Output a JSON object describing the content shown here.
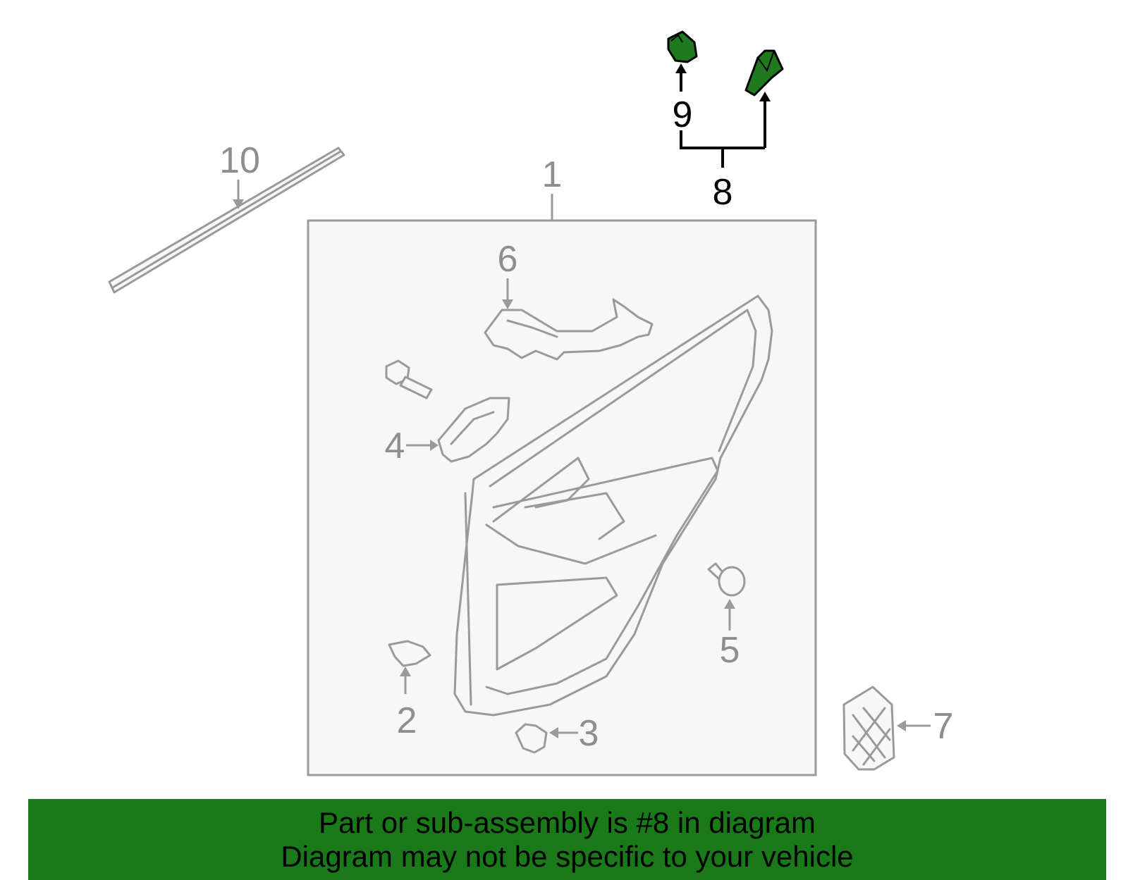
{
  "callouts": {
    "c1": "1",
    "c2": "2",
    "c3": "3",
    "c4": "4",
    "c5": "5",
    "c6": "6",
    "c7": "7",
    "c8": "8",
    "c9": "9",
    "c10": "10"
  },
  "highlighted_part": "8",
  "colors": {
    "highlight_fill": "#1f7a1f",
    "banner_background": "#1a7a1a",
    "part_outline": "#9a9a9a"
  },
  "banner": {
    "line1": "Part or sub-assembly is #8 in diagram",
    "line2": "Diagram may not be specific to your vehicle"
  }
}
